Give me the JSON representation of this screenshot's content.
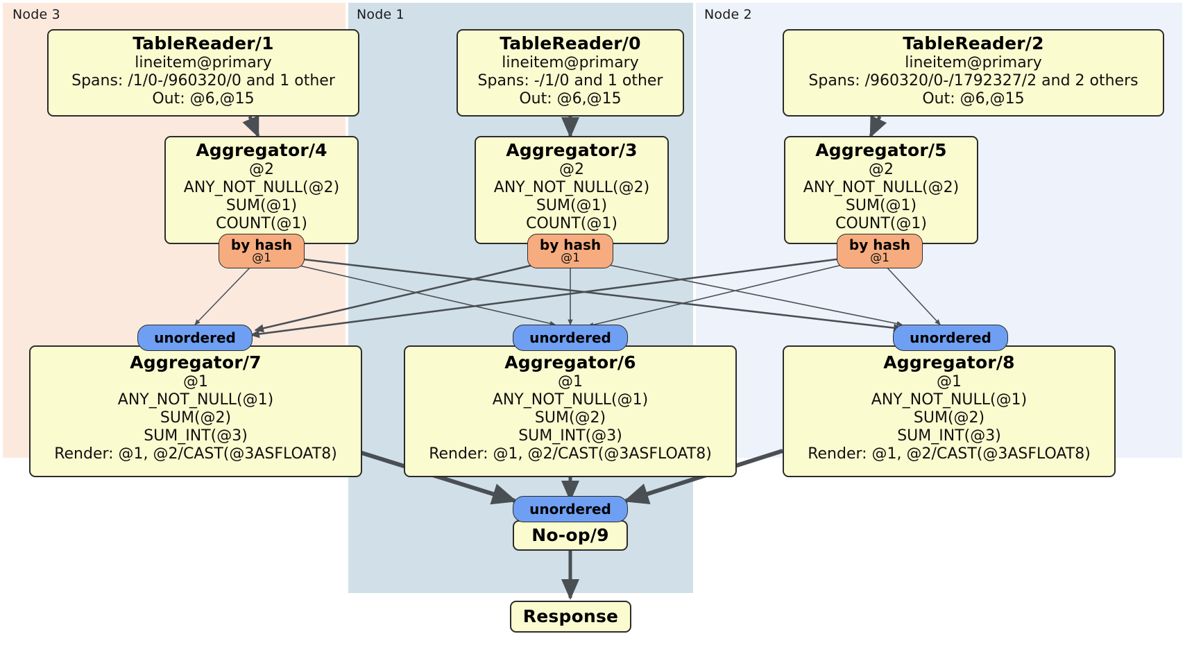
{
  "diagram": {
    "type": "distributed-query-plan",
    "title_present": false,
    "colors": {
      "node3_bg": "#fce9de",
      "node1_bg": "#d1e0e8",
      "node2_bg": "#edf2fb",
      "processor_bg": "#fbfbd0",
      "processor_border": "#2b2b2b",
      "hash_badge_bg": "#f6ac7f",
      "unordered_badge_bg": "#6f9ff2",
      "edge_color": "#4a4f54"
    }
  },
  "nodes": [
    {
      "id": "node3",
      "label": "Node 3"
    },
    {
      "id": "node1",
      "label": "Node 1"
    },
    {
      "id": "node2",
      "label": "Node 2"
    }
  ],
  "processors": {
    "table_reader_1": {
      "title": "TableReader/1",
      "lines": [
        "lineitem@primary",
        "Spans: /1/0-/960320/0 and 1 other",
        "Out: @6,@15"
      ],
      "node": "Node 3"
    },
    "table_reader_0": {
      "title": "TableReader/0",
      "lines": [
        "lineitem@primary",
        "Spans: -/1/0 and 1 other",
        "Out: @6,@15"
      ],
      "node": "Node 1"
    },
    "table_reader_2": {
      "title": "TableReader/2",
      "lines": [
        "lineitem@primary",
        "Spans: /960320/0-/1792327/2 and 2 others",
        "Out: @6,@15"
      ],
      "node": "Node 2"
    },
    "aggregator_4": {
      "title": "Aggregator/4",
      "lines": [
        "@2",
        "ANY_NOT_NULL(@2)",
        "SUM(@1)",
        "COUNT(@1)"
      ],
      "node": "Node 3"
    },
    "aggregator_3": {
      "title": "Aggregator/3",
      "lines": [
        "@2",
        "ANY_NOT_NULL(@2)",
        "SUM(@1)",
        "COUNT(@1)"
      ],
      "node": "Node 1"
    },
    "aggregator_5": {
      "title": "Aggregator/5",
      "lines": [
        "@2",
        "ANY_NOT_NULL(@2)",
        "SUM(@1)",
        "COUNT(@1)"
      ],
      "node": "Node 2"
    },
    "aggregator_7": {
      "title": "Aggregator/7",
      "lines": [
        "@1",
        "ANY_NOT_NULL(@1)",
        "SUM(@2)",
        "SUM_INT(@3)",
        "Render: @1, @2/CAST(@3ASFLOAT8)"
      ],
      "node": "Node 3"
    },
    "aggregator_6": {
      "title": "Aggregator/6",
      "lines": [
        "@1",
        "ANY_NOT_NULL(@1)",
        "SUM(@2)",
        "SUM_INT(@3)",
        "Render: @1, @2/CAST(@3ASFLOAT8)"
      ],
      "node": "Node 1"
    },
    "aggregator_8": {
      "title": "Aggregator/8",
      "lines": [
        "@1",
        "ANY_NOT_NULL(@1)",
        "SUM(@2)",
        "SUM_INT(@3)",
        "Render: @1, @2/CAST(@3ASFLOAT8)"
      ],
      "node": "Node 2"
    },
    "noop_9": {
      "title": "No-op/9",
      "lines": [],
      "node": "Node 1"
    },
    "response": {
      "title": "Response",
      "lines": [],
      "node": "Node 1"
    }
  },
  "routers": {
    "hash_left": {
      "label": "by hash",
      "sub": "@1"
    },
    "hash_center": {
      "label": "by hash",
      "sub": "@1"
    },
    "hash_right": {
      "label": "by hash",
      "sub": "@1"
    },
    "unordered_left": {
      "label": "unordered"
    },
    "unordered_center": {
      "label": "unordered"
    },
    "unordered_right": {
      "label": "unordered"
    },
    "unordered_final": {
      "label": "unordered"
    }
  }
}
